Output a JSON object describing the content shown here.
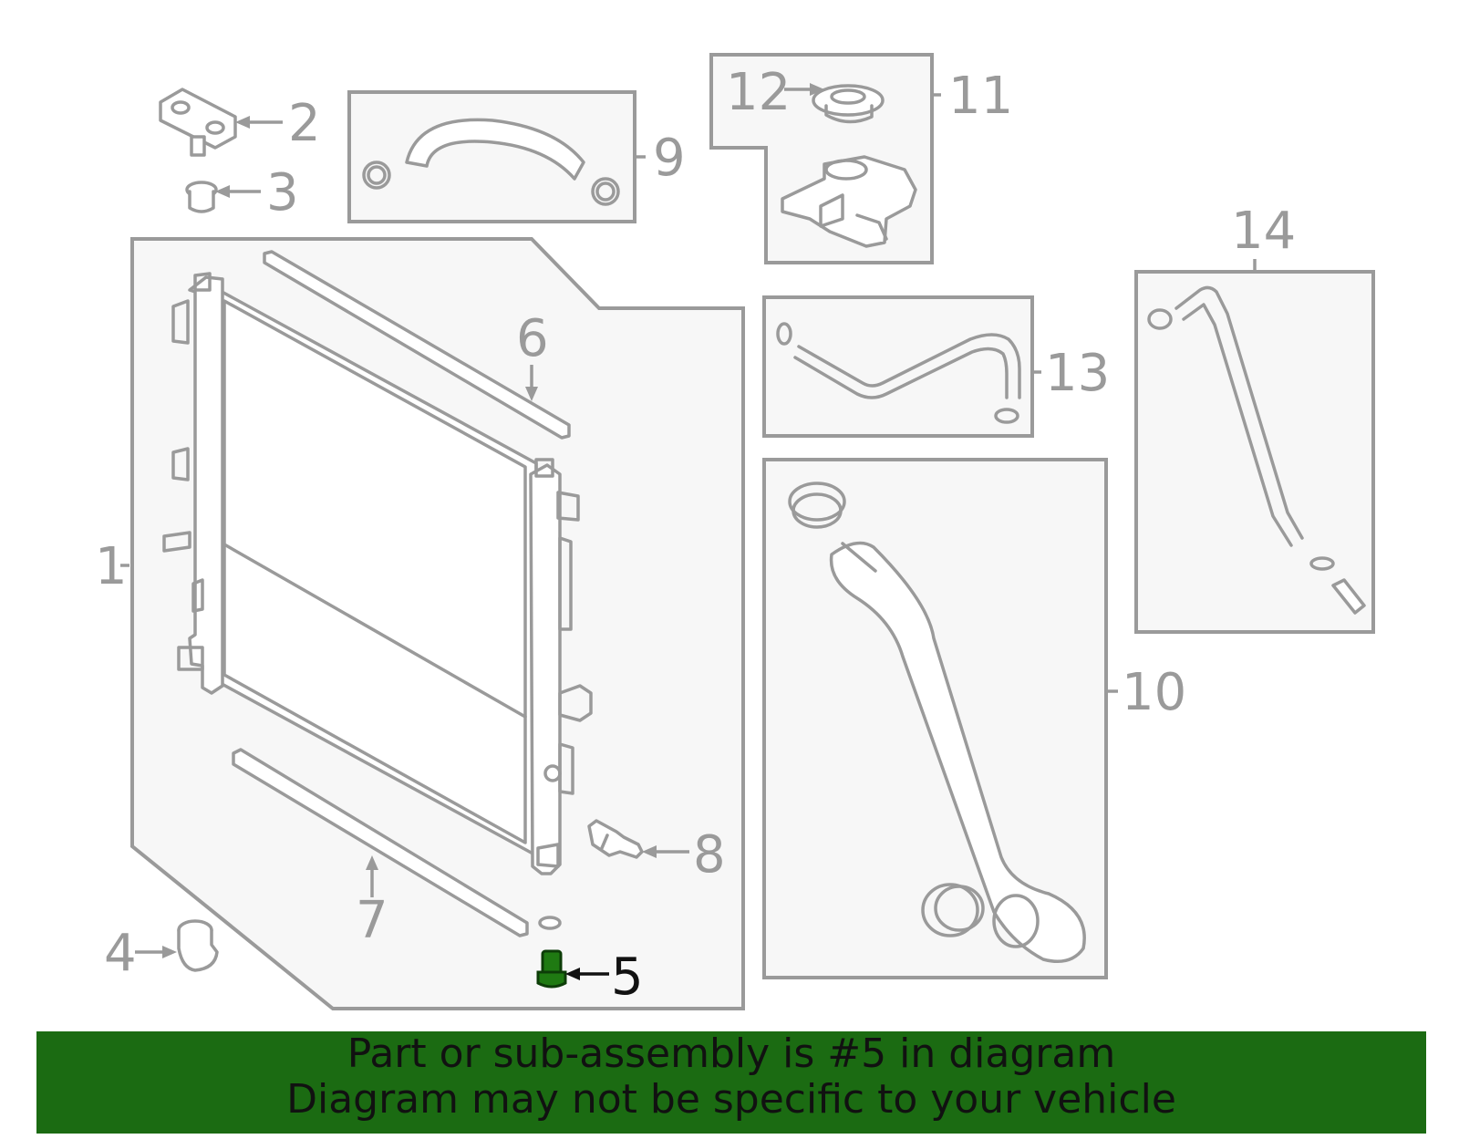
{
  "diagram": {
    "highlight_color": "#1f7a12",
    "callouts": {
      "c1": "1",
      "c2": "2",
      "c3": "3",
      "c4": "4",
      "c5": "5",
      "c6": "6",
      "c7": "7",
      "c8": "8",
      "c9": "9",
      "c10": "10",
      "c11": "11",
      "c12": "12",
      "c13": "13",
      "c14": "14"
    },
    "highlighted_part": "5"
  },
  "banner": {
    "line1": "Part or sub-assembly is #5 in diagram",
    "line2": "Diagram may not be specific to your vehicle",
    "background": "#1b6b12"
  }
}
